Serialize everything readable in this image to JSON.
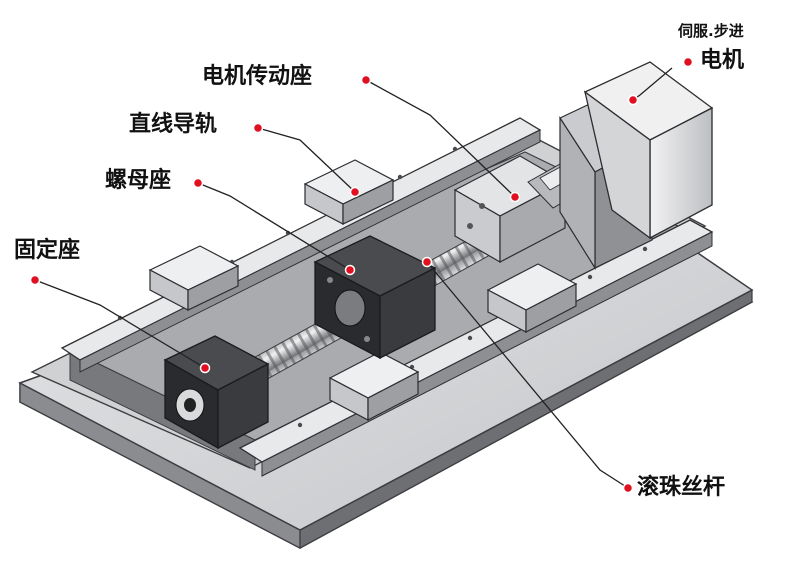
{
  "labels": {
    "motor_type": "伺服.步进",
    "motor": "电机",
    "motor_mount": "电机传动座",
    "linear_guide": "直线导轨",
    "nut_seat": "螺母座",
    "fixed_seat": "固定座",
    "ball_screw": "滚珠丝杆"
  },
  "colors": {
    "marker": "#e01020",
    "leader": "#222222",
    "metal_light": "#d9dadc",
    "metal_mid": "#b9bbbf",
    "metal_dark": "#5a5c60",
    "block_dark": "#2c2d30"
  }
}
